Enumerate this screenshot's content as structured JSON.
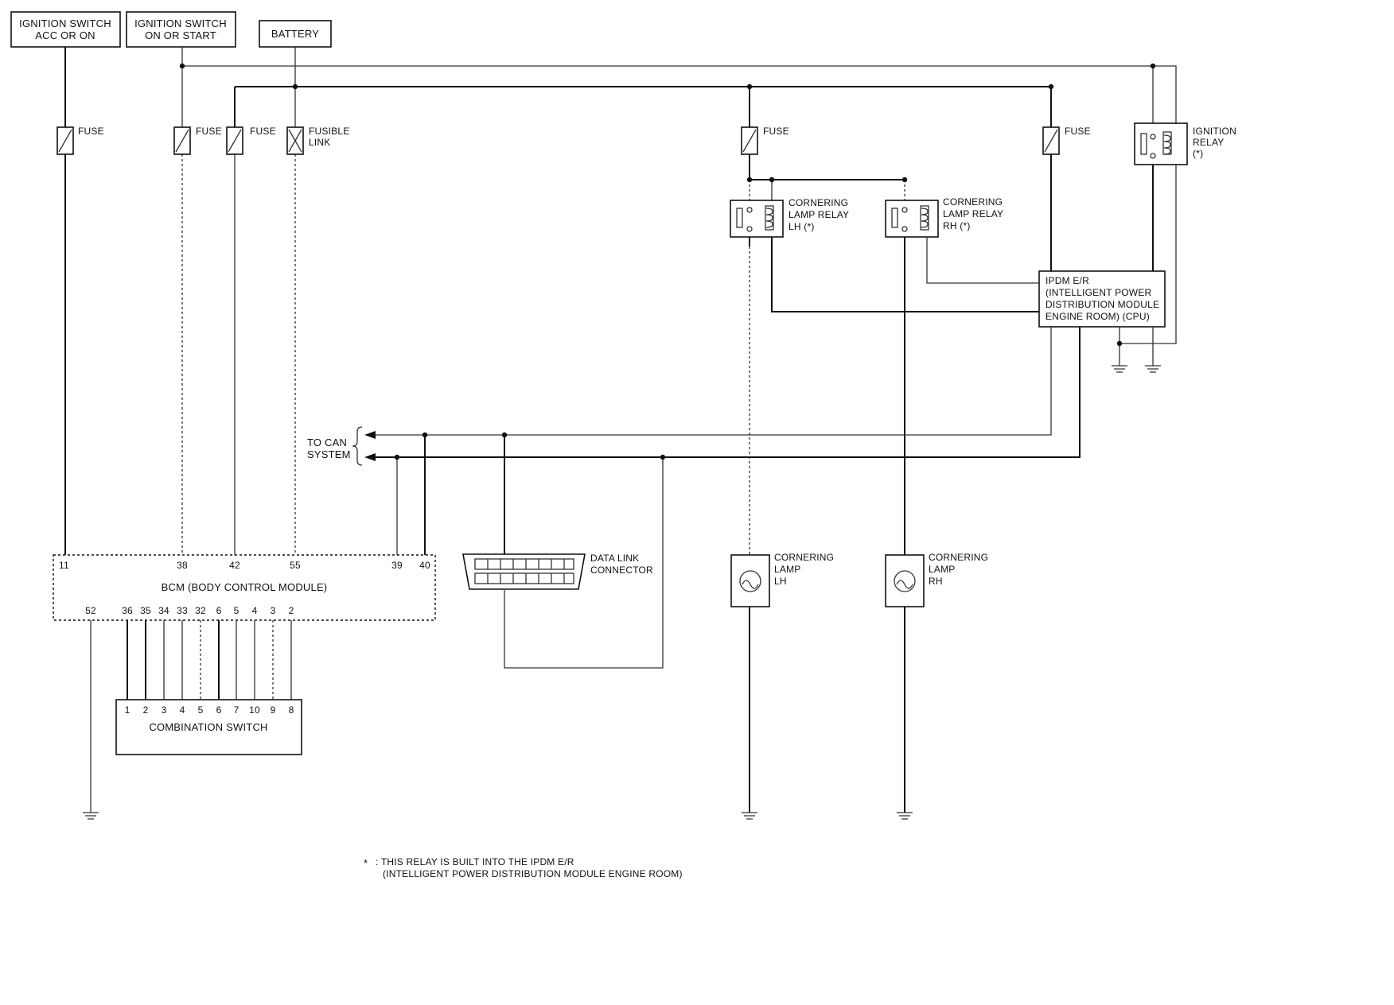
{
  "labels": {
    "ign_acc": [
      "IGNITION SWITCH",
      "ACC OR ON"
    ],
    "ign_on": [
      "IGNITION SWITCH",
      "ON OR START"
    ],
    "battery": "BATTERY",
    "fuse": "FUSE",
    "fusible_link": [
      "FUSIBLE",
      "LINK"
    ],
    "ignition_relay": [
      "IGNITION",
      "RELAY",
      "(*)"
    ],
    "cornering_relay_lh": [
      "CORNERING",
      "LAMP RELAY",
      "LH (*)"
    ],
    "cornering_relay_rh": [
      "CORNERING",
      "LAMP RELAY",
      "RH (*)"
    ],
    "ipdm": [
      "IPDM E/R",
      "(INTELLIGENT POWER",
      "DISTRIBUTION MODULE",
      "ENGINE ROOM) (CPU)"
    ],
    "to_can": [
      "TO CAN",
      "SYSTEM"
    ],
    "bcm": "BCM (BODY CONTROL MODULE)",
    "dlc": [
      "DATA LINK",
      "CONNECTOR"
    ],
    "lamp_lh": [
      "CORNERING",
      "LAMP",
      "LH"
    ],
    "lamp_rh": [
      "CORNERING",
      "LAMP",
      "RH"
    ],
    "combination_switch": "COMBINATION SWITCH",
    "footnote_star": "*",
    "footnote": [
      ": THIS RELAY IS BUILT INTO THE IPDM E/R",
      "(INTELLIGENT POWER DISTRIBUTION MODULE ENGINE ROOM)"
    ]
  },
  "bcm_pins_top": [
    "11",
    "38",
    "42",
    "55",
    "39",
    "40"
  ],
  "bcm_pins_bottom": [
    "52",
    "36",
    "35",
    "34",
    "33",
    "32",
    "6",
    "5",
    "4",
    "3",
    "2"
  ],
  "combo_pins": [
    "1",
    "2",
    "3",
    "4",
    "5",
    "6",
    "7",
    "10",
    "9",
    "8"
  ]
}
